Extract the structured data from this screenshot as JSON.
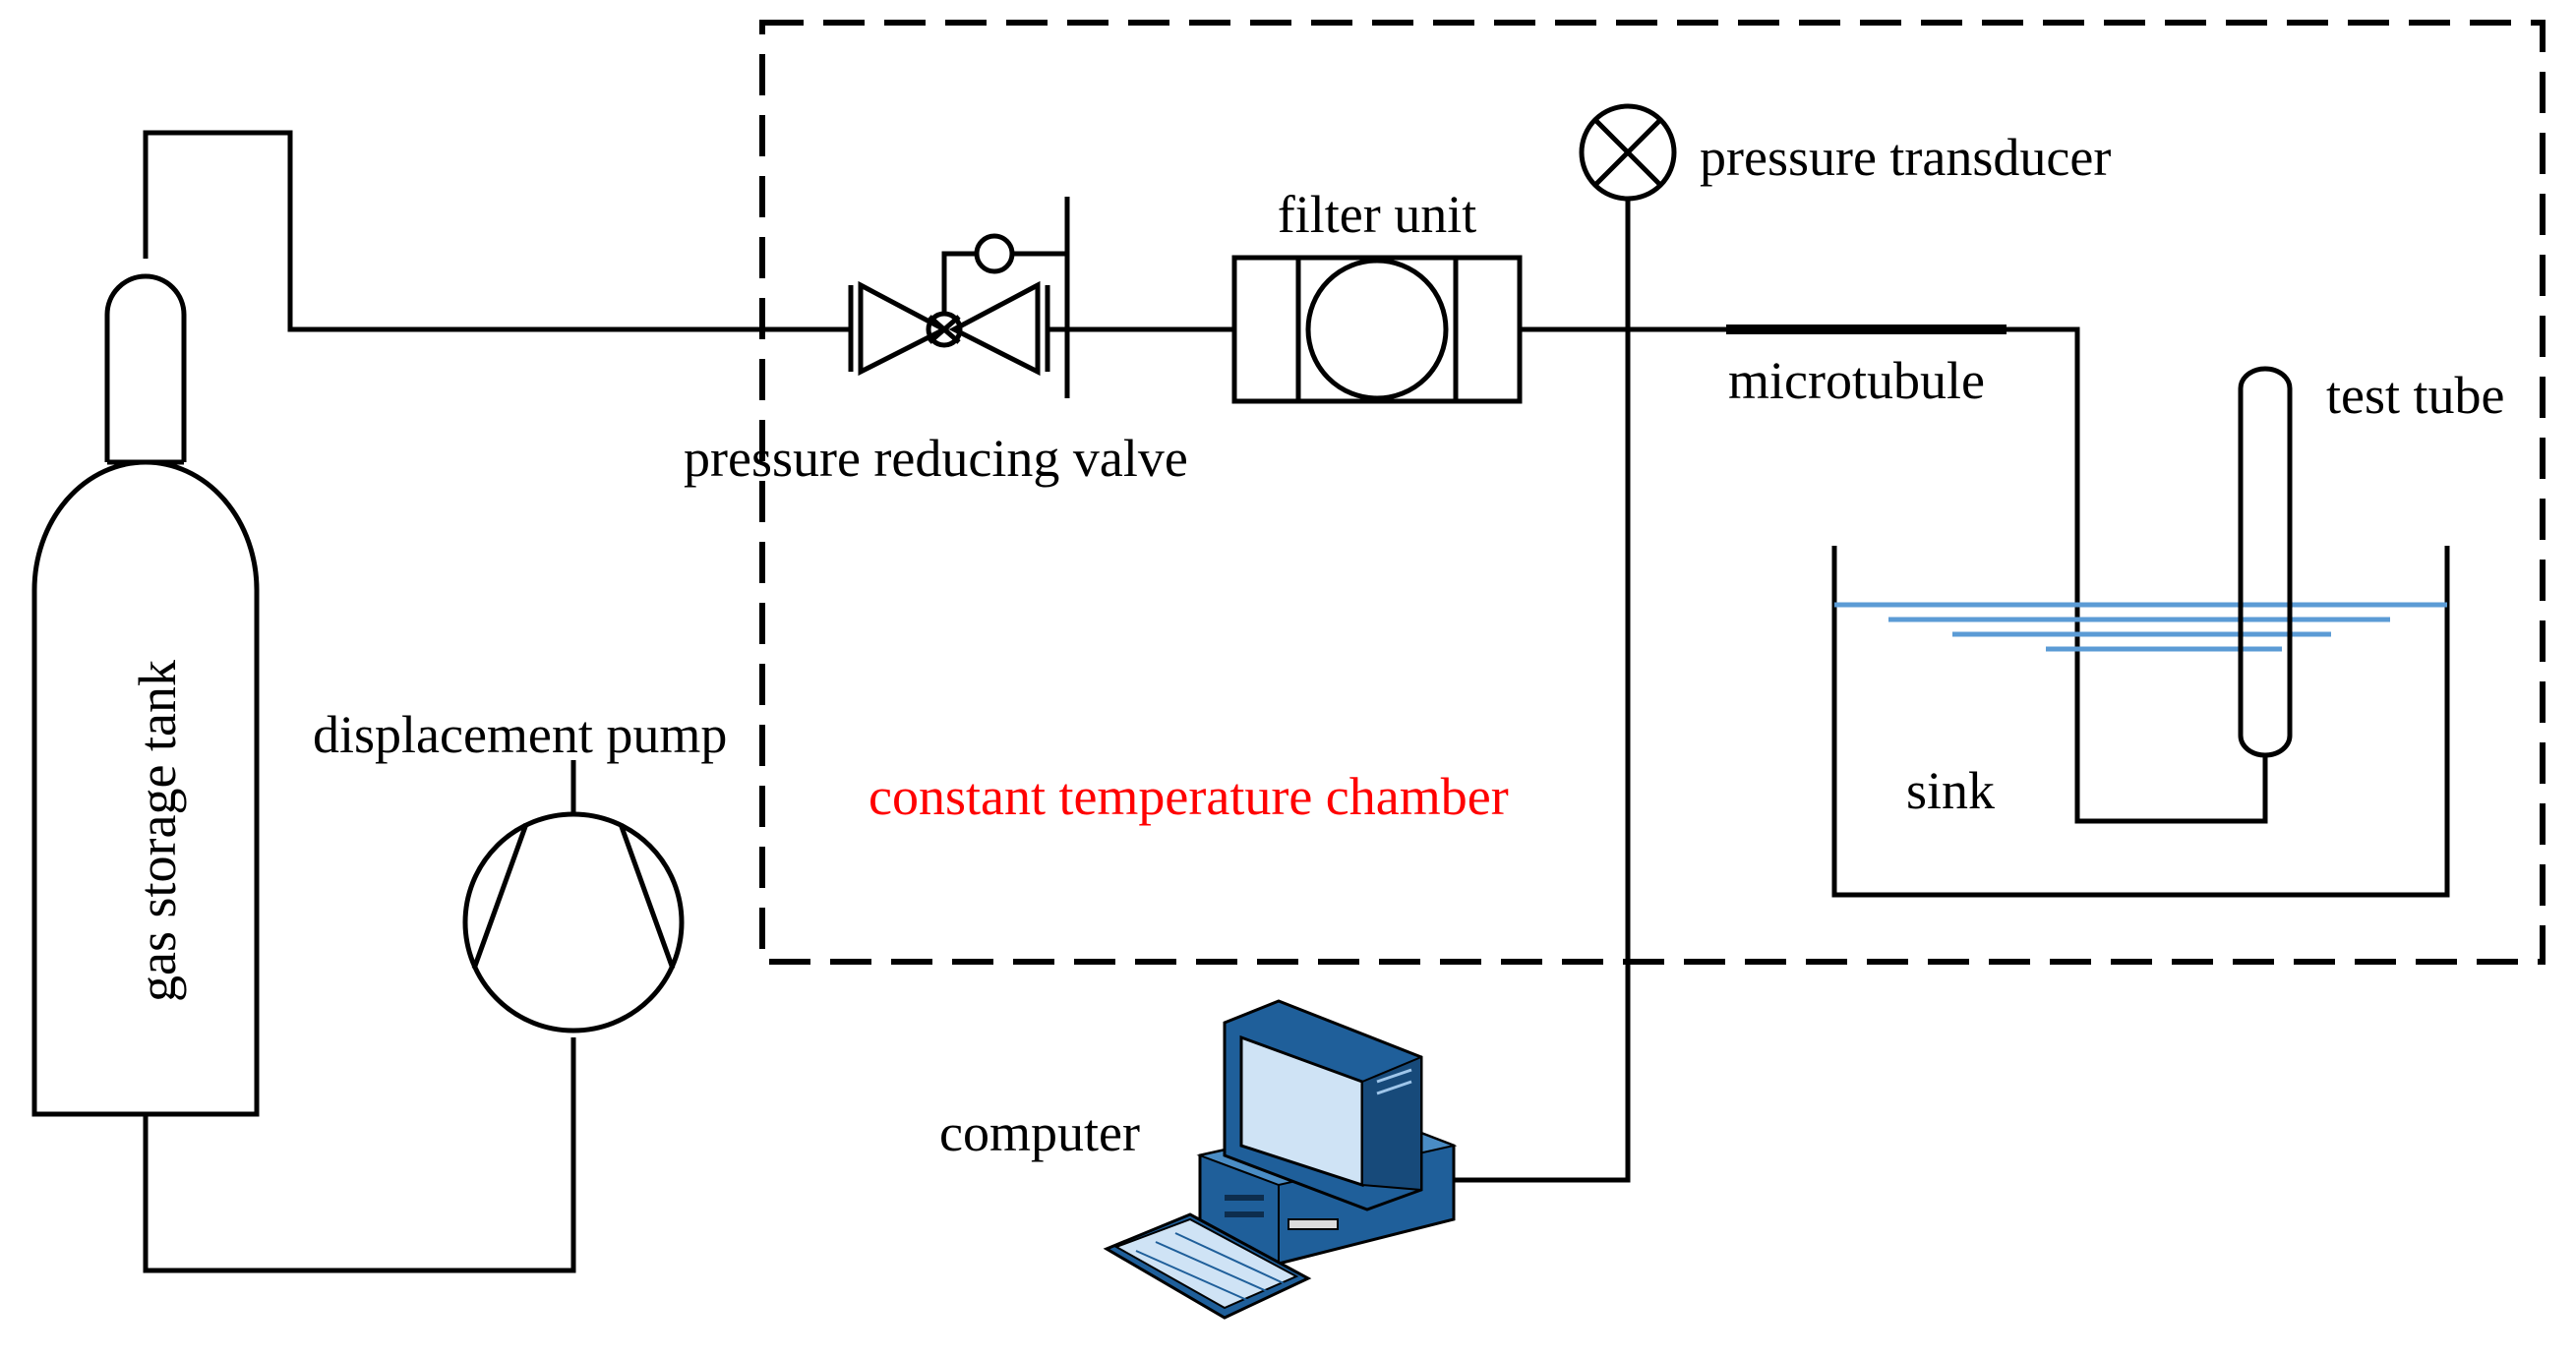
{
  "labels": {
    "gas_storage_tank": "gas storage tank",
    "displacement_pump": "displacement pump",
    "pressure_reducing_valve": "pressure reducing valve",
    "filter_unit": "filter unit",
    "pressure_transducer": "pressure transducer",
    "microtubule": "microtubule",
    "test_tube": "test tube",
    "sink": "sink",
    "constant_temperature_chamber": "constant temperature chamber",
    "computer": "computer"
  },
  "colors": {
    "line": "#000000",
    "chamber_label": "#ff0000",
    "water": "#5b9bd5",
    "computer_body": "#1f5f9a",
    "computer_screen": "#cfe3f5"
  },
  "icons": [
    "gas-cylinder-icon",
    "pump-icon",
    "valve-icon",
    "filter-icon",
    "gauge-icon",
    "test-tube-icon",
    "computer-icon"
  ]
}
